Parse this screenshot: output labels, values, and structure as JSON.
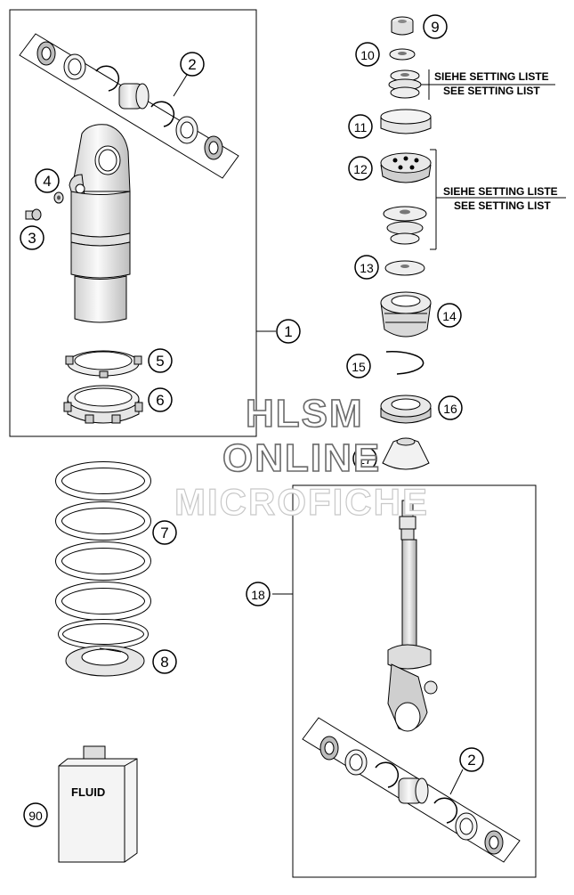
{
  "callouts": {
    "c1": "1",
    "c2a": "2",
    "c2b": "2",
    "c3": "3",
    "c4": "4",
    "c5": "5",
    "c6": "6",
    "c7": "7",
    "c8": "8",
    "c9": "9",
    "c10": "10",
    "c11": "11",
    "c12": "12",
    "c13": "13",
    "c14": "14",
    "c15": "15",
    "c16": "16",
    "c17": "17",
    "c18": "18",
    "c90": "90"
  },
  "notes": {
    "setting_list_de": "SIEHE SETTING LISTE",
    "setting_list_en": "SEE SETTING LIST"
  },
  "fluid_label": "FLUID",
  "watermark": {
    "line1": "HLSM",
    "line2": "ONLINE",
    "line3": "MICROFICHE"
  }
}
